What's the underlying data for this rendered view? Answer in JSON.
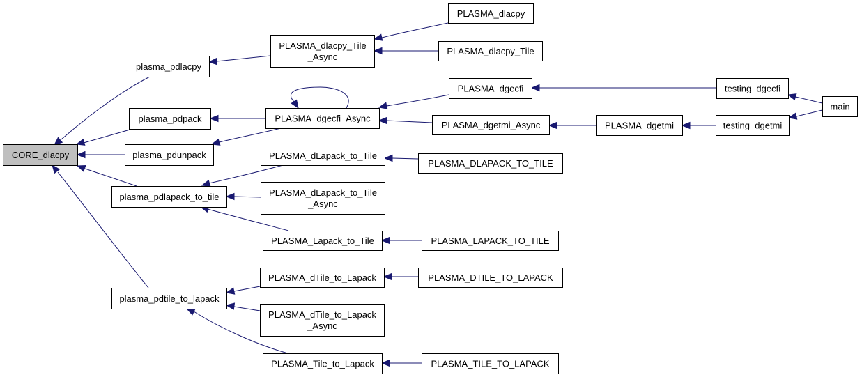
{
  "graph": {
    "type": "caller-graph",
    "root": "CORE_dlacpy",
    "colors": {
      "edge": "#191970",
      "root_fill": "#bfbfbf",
      "node_fill": "#ffffff",
      "node_border": "#000000"
    },
    "nodes": [
      {
        "id": "CORE_dlacpy",
        "lines": [
          "CORE_dlacpy"
        ],
        "root": true
      },
      {
        "id": "plasma_pdlacpy",
        "lines": [
          "plasma_pdlacpy"
        ]
      },
      {
        "id": "plasma_pdpack",
        "lines": [
          "plasma_pdpack"
        ]
      },
      {
        "id": "plasma_pdunpack",
        "lines": [
          "plasma_pdunpack"
        ]
      },
      {
        "id": "plasma_pdlapack_to_tile",
        "lines": [
          "plasma_pdlapack_to_tile"
        ]
      },
      {
        "id": "plasma_pdtile_to_lapack",
        "lines": [
          "plasma_pdtile_to_lapack"
        ]
      },
      {
        "id": "PLASMA_dlacpy_Tile_Async",
        "lines": [
          "PLASMA_dlacpy_Tile",
          "_Async"
        ]
      },
      {
        "id": "PLASMA_dgecfi_Async",
        "lines": [
          "PLASMA_dgecfi_Async"
        ]
      },
      {
        "id": "PLASMA_dLapack_to_Tile",
        "lines": [
          "PLASMA_dLapack_to_Tile"
        ]
      },
      {
        "id": "PLASMA_dLapack_to_Tile_Async",
        "lines": [
          "PLASMA_dLapack_to_Tile",
          "_Async"
        ]
      },
      {
        "id": "PLASMA_Lapack_to_Tile",
        "lines": [
          "PLASMA_Lapack_to_Tile"
        ]
      },
      {
        "id": "PLASMA_dTile_to_Lapack",
        "lines": [
          "PLASMA_dTile_to_Lapack"
        ]
      },
      {
        "id": "PLASMA_dTile_to_Lapack_Async",
        "lines": [
          "PLASMA_dTile_to_Lapack",
          "_Async"
        ]
      },
      {
        "id": "PLASMA_Tile_to_Lapack",
        "lines": [
          "PLASMA_Tile_to_Lapack"
        ]
      },
      {
        "id": "PLASMA_dlacpy",
        "lines": [
          "PLASMA_dlacpy"
        ]
      },
      {
        "id": "PLASMA_dlacpy_Tile",
        "lines": [
          "PLASMA_dlacpy_Tile"
        ]
      },
      {
        "id": "PLASMA_dgecfi",
        "lines": [
          "PLASMA_dgecfi"
        ]
      },
      {
        "id": "PLASMA_dgetmi_Async",
        "lines": [
          "PLASMA_dgetmi_Async"
        ]
      },
      {
        "id": "PLASMA_DLAPACK_TO_TILE",
        "lines": [
          "PLASMA_DLAPACK_TO_TILE"
        ]
      },
      {
        "id": "PLASMA_LAPACK_TO_TILE",
        "lines": [
          "PLASMA_LAPACK_TO_TILE"
        ]
      },
      {
        "id": "PLASMA_DTILE_TO_LAPACK",
        "lines": [
          "PLASMA_DTILE_TO_LAPACK"
        ]
      },
      {
        "id": "PLASMA_TILE_TO_LAPACK",
        "lines": [
          "PLASMA_TILE_TO_LAPACK"
        ]
      },
      {
        "id": "PLASMA_dgetmi",
        "lines": [
          "PLASMA_dgetmi"
        ]
      },
      {
        "id": "testing_dgecfi",
        "lines": [
          "testing_dgecfi"
        ]
      },
      {
        "id": "testing_dgetmi",
        "lines": [
          "testing_dgetmi"
        ]
      },
      {
        "id": "main",
        "lines": [
          "main"
        ]
      }
    ],
    "edges": [
      {
        "from": "plasma_pdlacpy",
        "to": "CORE_dlacpy"
      },
      {
        "from": "plasma_pdpack",
        "to": "CORE_dlacpy"
      },
      {
        "from": "plasma_pdunpack",
        "to": "CORE_dlacpy"
      },
      {
        "from": "plasma_pdlapack_to_tile",
        "to": "CORE_dlacpy"
      },
      {
        "from": "plasma_pdtile_to_lapack",
        "to": "CORE_dlacpy"
      },
      {
        "from": "PLASMA_dlacpy_Tile_Async",
        "to": "plasma_pdlacpy"
      },
      {
        "from": "PLASMA_dgecfi_Async",
        "to": "plasma_pdpack"
      },
      {
        "from": "PLASMA_dgecfi_Async",
        "to": "plasma_pdunpack"
      },
      {
        "from": "PLASMA_dgecfi_Async",
        "to": "PLASMA_dgecfi_Async"
      },
      {
        "from": "PLASMA_dLapack_to_Tile",
        "to": "plasma_pdlapack_to_tile"
      },
      {
        "from": "PLASMA_dLapack_to_Tile_Async",
        "to": "plasma_pdlapack_to_tile"
      },
      {
        "from": "PLASMA_Lapack_to_Tile",
        "to": "plasma_pdlapack_to_tile"
      },
      {
        "from": "PLASMA_dTile_to_Lapack",
        "to": "plasma_pdtile_to_lapack"
      },
      {
        "from": "PLASMA_dTile_to_Lapack_Async",
        "to": "plasma_pdtile_to_lapack"
      },
      {
        "from": "PLASMA_Tile_to_Lapack",
        "to": "plasma_pdtile_to_lapack"
      },
      {
        "from": "PLASMA_dlacpy",
        "to": "PLASMA_dlacpy_Tile_Async"
      },
      {
        "from": "PLASMA_dlacpy_Tile",
        "to": "PLASMA_dlacpy_Tile_Async"
      },
      {
        "from": "PLASMA_dgecfi",
        "to": "PLASMA_dgecfi_Async"
      },
      {
        "from": "PLASMA_dgetmi_Async",
        "to": "PLASMA_dgecfi_Async"
      },
      {
        "from": "PLASMA_DLAPACK_TO_TILE",
        "to": "PLASMA_dLapack_to_Tile"
      },
      {
        "from": "PLASMA_LAPACK_TO_TILE",
        "to": "PLASMA_Lapack_to_Tile"
      },
      {
        "from": "PLASMA_DTILE_TO_LAPACK",
        "to": "PLASMA_dTile_to_Lapack"
      },
      {
        "from": "PLASMA_TILE_TO_LAPACK",
        "to": "PLASMA_Tile_to_Lapack"
      },
      {
        "from": "testing_dgecfi",
        "to": "PLASMA_dgecfi"
      },
      {
        "from": "PLASMA_dgetmi",
        "to": "PLASMA_dgetmi_Async"
      },
      {
        "from": "testing_dgetmi",
        "to": "PLASMA_dgetmi"
      },
      {
        "from": "main",
        "to": "testing_dgecfi"
      },
      {
        "from": "main",
        "to": "testing_dgetmi"
      }
    ]
  }
}
